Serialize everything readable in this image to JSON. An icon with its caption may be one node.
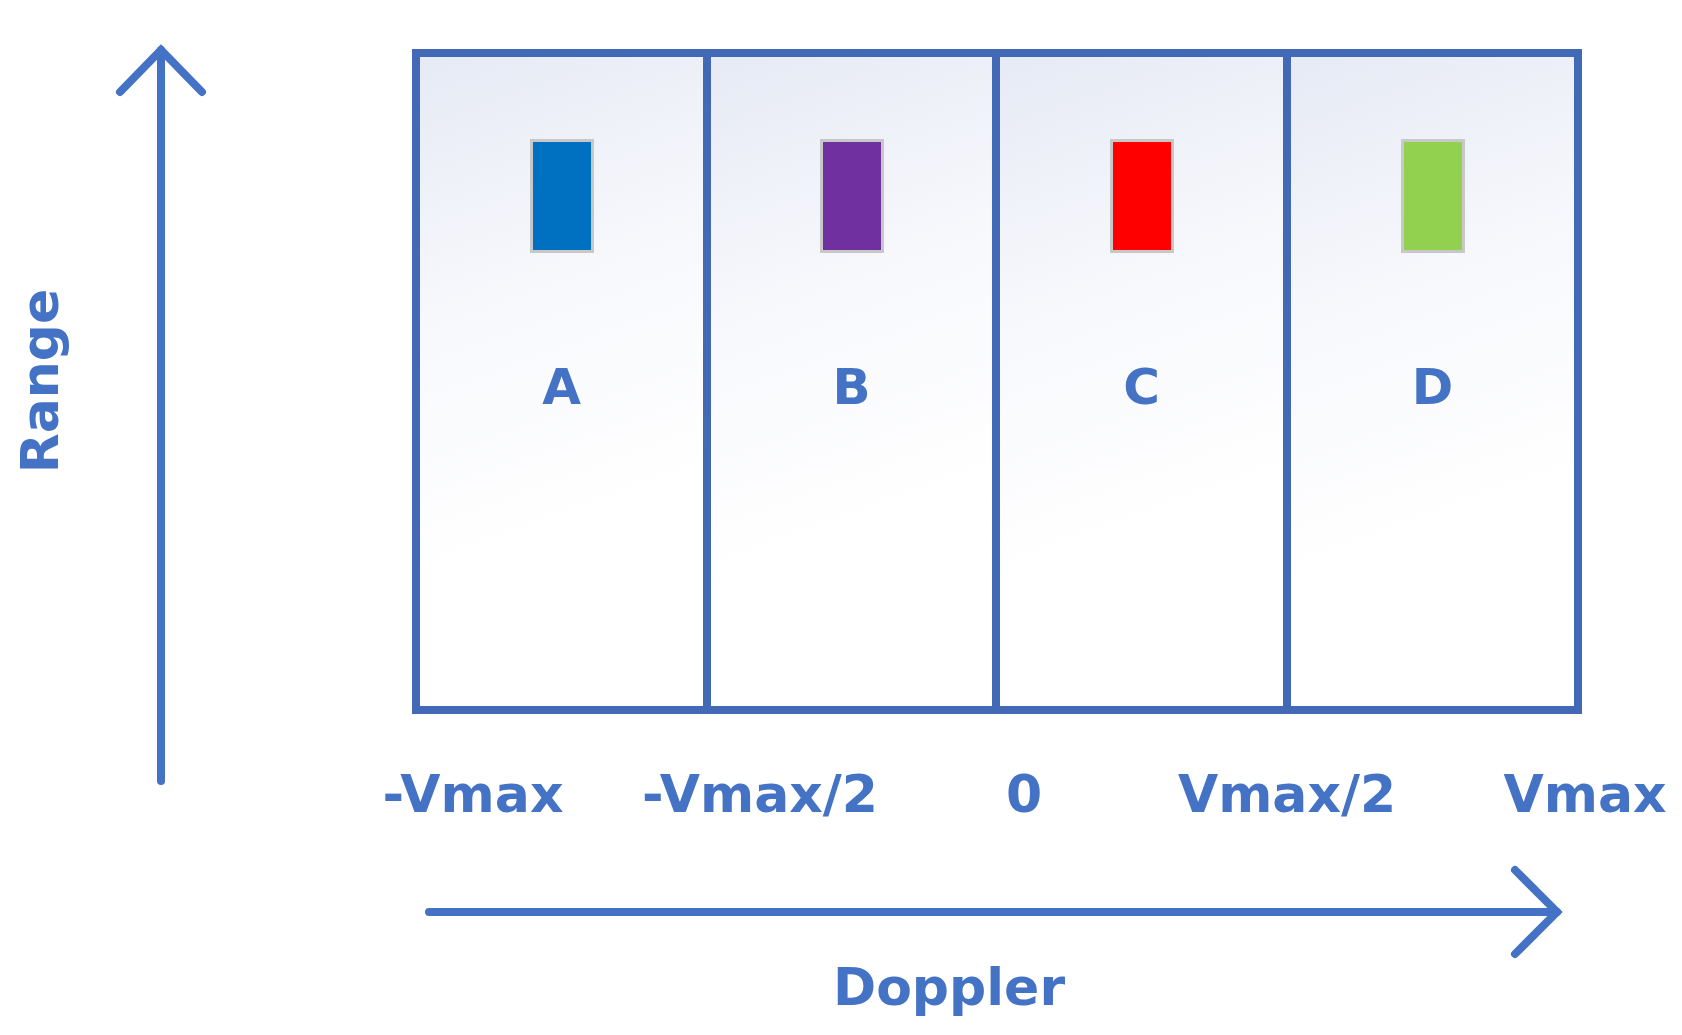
{
  "diagram": {
    "nodes": [
      {
        "text": [
          "A"
        ]
      },
      {
        "text": [],
        "shape": "box",
        "in": 0
      },
      {
        "text": [
          "B"
        ]
      },
      {
        "text": [],
        "shape": "box",
        "in": 2
      },
      {
        "text": [
          "C"
        ]
      },
      {
        "text": [],
        "shape": "box",
        "in": 4
      },
      {
        "text": [
          "D"
        ]
      },
      {
        "text": [],
        "shape": "box",
        "in": 6
      }
    ],
    "labels": [
      "Range",
      "-Vmax",
      "-Vmax/2",
      "0",
      "Vmax/2",
      "Vmax",
      "Doppler"
    ]
  }
}
